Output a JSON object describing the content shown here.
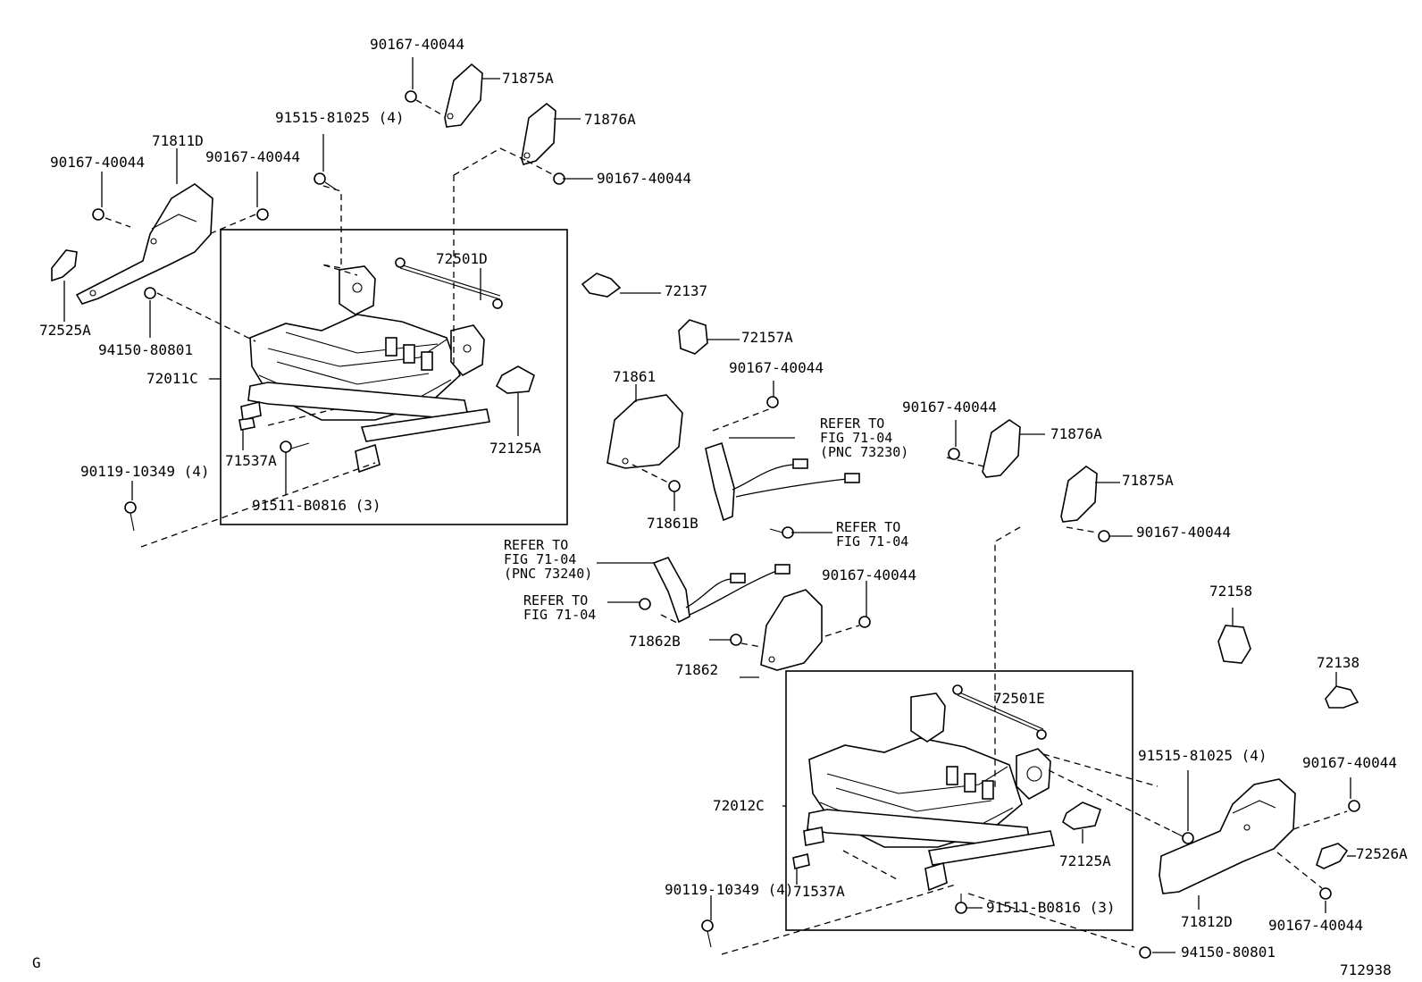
{
  "labels": {
    "p90167_top": "90167-40044",
    "p71875A_top": "71875A",
    "p91515_left": "91515-81025 (4)",
    "p71876A_top": "71876A",
    "p71811D": "71811D",
    "p90167_l1": "90167-40044",
    "p90167_l2": "90167-40044",
    "p90167_l3": "90167-40044",
    "p72501D": "72501D",
    "p72137": "72137",
    "p72525A": "72525A",
    "p94150_l": "94150-80801",
    "p72011C": "72011C",
    "p72157A": "72157A",
    "p71861": "71861",
    "p90167_m1": "90167-40044",
    "p90167_m2": "90167-40044",
    "p71876A_r": "71876A",
    "p72125A_l": "72125A",
    "p71537A_l": "71537A",
    "p90119_l": "90119-10349 (4)",
    "p91511_l": "91511-B0816 (3)",
    "refer1_a": "REFER TO",
    "refer1_b": "FIG 71-04",
    "refer1_c": "(PNC 73230)",
    "p71875A_r": "71875A",
    "p71861B": "71861B",
    "refer2_a": "REFER TO",
    "refer2_b": "FIG 71-04",
    "p90167_r1": "90167-40044",
    "refer3_a": "REFER TO",
    "refer3_b": "FIG 71-04",
    "refer3_c": "(PNC 73240)",
    "p90167_m3": "90167-40044",
    "refer4_a": "REFER TO",
    "refer4_b": "FIG 71-04",
    "p71862B": "71862B",
    "p72158": "72158",
    "p71862": "71862",
    "p72138": "72138",
    "p72501E": "72501E",
    "p72012C": "72012C",
    "p91515_r": "91515-81025 (4)",
    "p90167_r2": "90167-40044",
    "p72526A": "72526A",
    "p72125A_r": "72125A",
    "p71537A_r": "71537A",
    "p90119_r": "90119-10349 (4)",
    "p91511_r": "91511-B0816 (3)",
    "p71812D": "71812D",
    "p90167_r3": "90167-40044",
    "p94150_r": "94150-80801",
    "corner_g": "G",
    "illustration_no": "712938"
  }
}
